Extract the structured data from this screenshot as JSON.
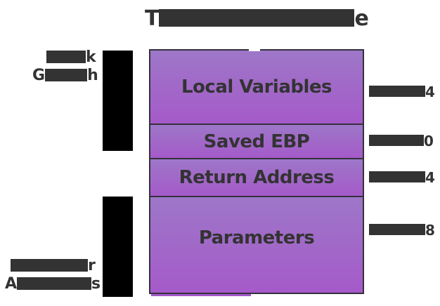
{
  "title": {
    "visible_prefix": "T",
    "visible_suffix": "e",
    "redacted": true
  },
  "stack_growth_label": {
    "line1_suffix": "k",
    "line2_prefix": "G",
    "line2_suffix": "h",
    "redacted": true
  },
  "higher_addresses_label": {
    "line1_suffix": "r",
    "line2_prefix": "A",
    "line2_suffix": "s",
    "redacted": true
  },
  "stack_frame": {
    "boxes": [
      {
        "label": "Local Variables"
      },
      {
        "label": "Saved EBP"
      },
      {
        "label": "Return Address"
      },
      {
        "label": "Parameters"
      }
    ]
  },
  "offset_labels": [
    {
      "visible_suffix": "4",
      "redacted": true
    },
    {
      "visible_suffix": "0",
      "redacted": true
    },
    {
      "visible_suffix": "4",
      "redacted": true
    },
    {
      "visible_suffix": "8",
      "redacted": true
    }
  ],
  "colors": {
    "text": "#333333",
    "redaction_bar": "#333333",
    "arrow": "#000000",
    "box_gradient_top": "#9D77C8",
    "box_gradient_bottom": "#A55AC9",
    "box_border": "#35303D",
    "background": "#FFFFFF"
  }
}
